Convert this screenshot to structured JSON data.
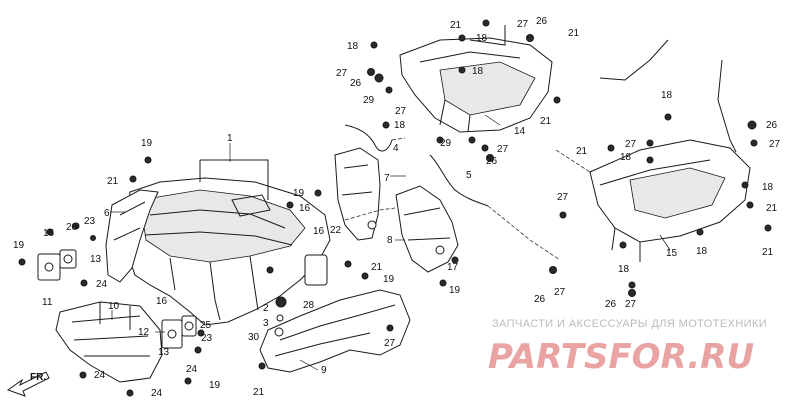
{
  "diagram": {
    "part_labels": {
      "p1": "1",
      "p2": "2",
      "p3": "3",
      "p4": "4",
      "p5": "5",
      "p6": "6",
      "p7": "7",
      "p8": "8",
      "p9": "9",
      "p10": "10",
      "p11": "11",
      "p12": "12",
      "p13": "13",
      "p14": "14",
      "p15": "15",
      "p16": "16",
      "p17": "17",
      "p18": "18",
      "p19": "19",
      "p20": "20",
      "p21": "21",
      "p22": "22",
      "p23": "23",
      "p24": "24",
      "p25": "25",
      "p26": "26",
      "p27": "27",
      "p28": "28",
      "p29": "29",
      "p30": "30"
    },
    "direction_marker": "FR.",
    "watermark": {
      "caption": "ЗАПЧАСТИ И АКСЕССУАРЫ ДЛЯ МОТОТЕХНИКИ",
      "brand": "PARTSFOR.RU"
    }
  }
}
